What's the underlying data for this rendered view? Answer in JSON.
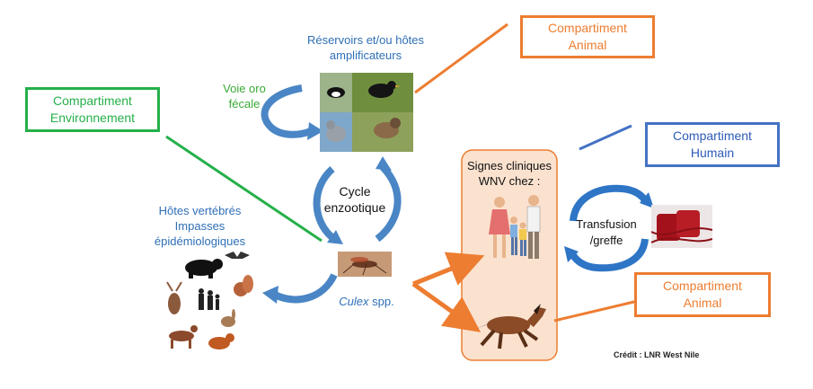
{
  "reservoirs": {
    "line1": "Réservoirs et/ou hôtes",
    "line2": "amplificateurs"
  },
  "voie": {
    "line1": "Voie oro",
    "line2": "fécale"
  },
  "cycle": {
    "line1": "Cycle",
    "line2": "enzootique"
  },
  "hotes": {
    "line1": "Hôtes vertébrés",
    "line2": "Impasses",
    "line3": "épidémiologiques"
  },
  "culex": {
    "italic": "Culex",
    "rest": " spp."
  },
  "signes": {
    "line1": "Signes cliniques",
    "line2": "WNV chez :"
  },
  "transfusion": {
    "line1": "Transfusion",
    "line2": "/greffe"
  },
  "compartments": {
    "animal_top": {
      "line1": "Compartiment",
      "line2": "Animal"
    },
    "environnement": {
      "line1": "Compartiment",
      "line2": "Environnement"
    },
    "humain": {
      "line1": "Compartiment",
      "line2": "Humain"
    },
    "animal_bottom": {
      "line1": "Compartiment",
      "line2": "Animal"
    }
  },
  "credit": "Crédit : LNR West Nile",
  "colors": {
    "orange": "#ED7D31",
    "green": "#25B04A",
    "blue": "#4472C4",
    "text_blue": "#2F6FB6",
    "peach_panel": "#FBE2CF"
  },
  "icons": [
    "bird-photos",
    "mosquito-photo",
    "wildlife-silhouettes",
    "family-illustration",
    "horse-illustration",
    "blood-bags-photo"
  ]
}
